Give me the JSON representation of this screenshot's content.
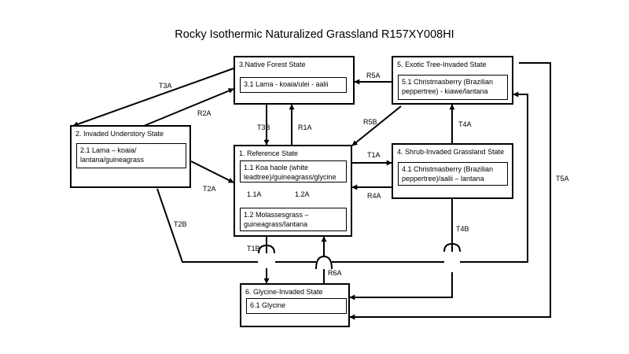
{
  "title": "Rocky Isothermic Naturalized Grassland R157XY008HI",
  "states": {
    "native_forest": {
      "title": "3.Native Forest State",
      "community": "3.1 Lama - koaia/ulei - aalii"
    },
    "exotic_tree": {
      "title": "5. Exotic Tree-Invaded State",
      "community": "5.1 Christmasberry (Brazilian peppertree) - kiawe/lantana"
    },
    "invaded_understory": {
      "title": "2. Invaded Understory State",
      "community": "2.1 Lama – koaia/ lantana/guineagrass"
    },
    "reference": {
      "title": "1. Reference State",
      "community_1": "1.1 Koa haole (white leadtree)/guineagrass/glycine",
      "community_2": "1.2 Molassesgrass – guineagrass/lantana"
    },
    "shrub_invaded": {
      "title": "4. Shrub-Invaded Grassland State",
      "community": "4.1 Christmasberry (Brazilian peppertree)/aalii – lantana"
    },
    "glycine": {
      "title": "6. Glycine-Invaded State",
      "community": "6.1 Glycine"
    }
  },
  "transitions": {
    "T3A": "T3A",
    "R2A": "R2A",
    "R5A": "R5A",
    "T3B": "T3B",
    "R1A": "R1A",
    "R5B": "R5B",
    "T4A": "T4A",
    "T1A": "T1A",
    "R4A": "R4A",
    "T2A": "T2A",
    "T2B": "T2B",
    "T5A": "T5A",
    "T4B": "T4B",
    "T1B": "T1B",
    "R6A": "R6A",
    "P11A": "1.1A",
    "P12A": "1.2A"
  }
}
